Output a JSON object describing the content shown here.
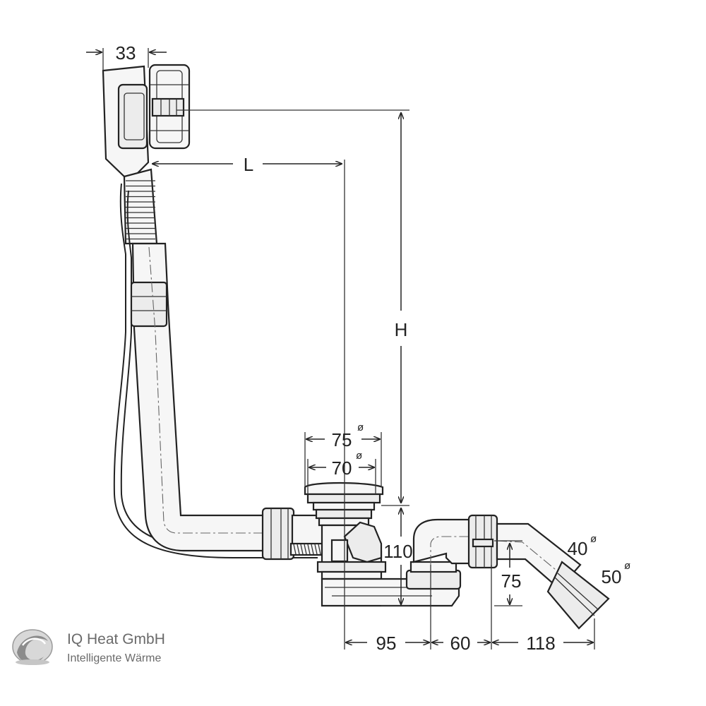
{
  "dimensions": {
    "top_width": "33",
    "length": "L",
    "height": "H",
    "outer_diameter": "75",
    "inner_diameter": "70",
    "diameter_symbol": "ø",
    "trap_height": "110",
    "outlet_height": "75",
    "pipe_40": "40",
    "pipe_50": "50",
    "bottom_95": "95",
    "bottom_60": "60",
    "bottom_118": "118"
  },
  "logo": {
    "company": "IQ Heat GmbH",
    "tagline": "Intelligente Wärme"
  },
  "colors": {
    "line": "#222222",
    "fill": "#f6f6f6",
    "logo": "#6a6a6a"
  }
}
